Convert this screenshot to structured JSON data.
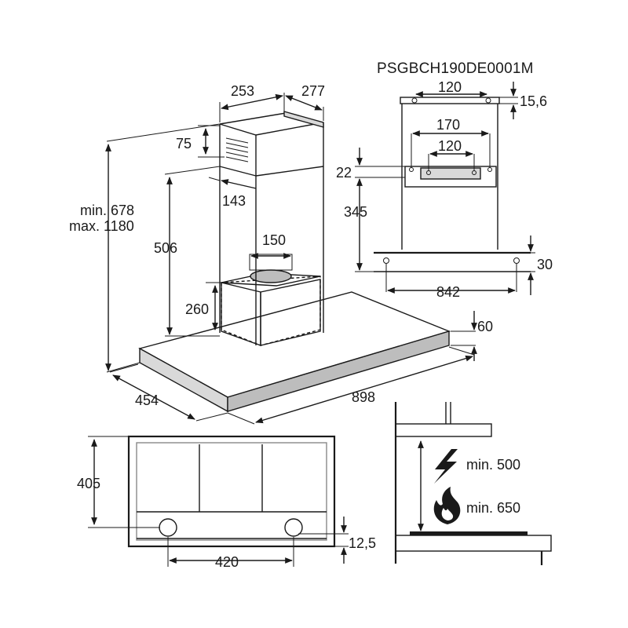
{
  "model_code": "PSGBCH190DE0001M",
  "dimensions": {
    "chimney_width": "253",
    "chimney_depth": "277",
    "vent_height": "75",
    "vent_offset": "143",
    "min_height": "min. 678",
    "max_height": "max. 1180",
    "upper_chimney": "506",
    "outlet_diameter": "150",
    "motor_box_height": "260",
    "hood_depth": "454",
    "hood_width": "898",
    "hood_thickness": "60",
    "bracket_holes_top": "120",
    "bracket_offset_top": "15,6",
    "bracket_span": "170",
    "bracket_holes_mid": "120",
    "bracket_offset_mid": "22",
    "bracket_to_hood": "345",
    "hood_holes_span": "842",
    "hood_hole_offset": "30",
    "front_depth": "405",
    "front_holes_span": "420",
    "front_hole_offset": "12,5",
    "clearance_electric": "min. 500",
    "clearance_gas": "min. 650"
  },
  "icons": {
    "electric": "lightning-bolt-icon",
    "gas": "flame-icon"
  },
  "colors": {
    "line": "#1a1a1a",
    "shade": "#d9d9d9"
  }
}
